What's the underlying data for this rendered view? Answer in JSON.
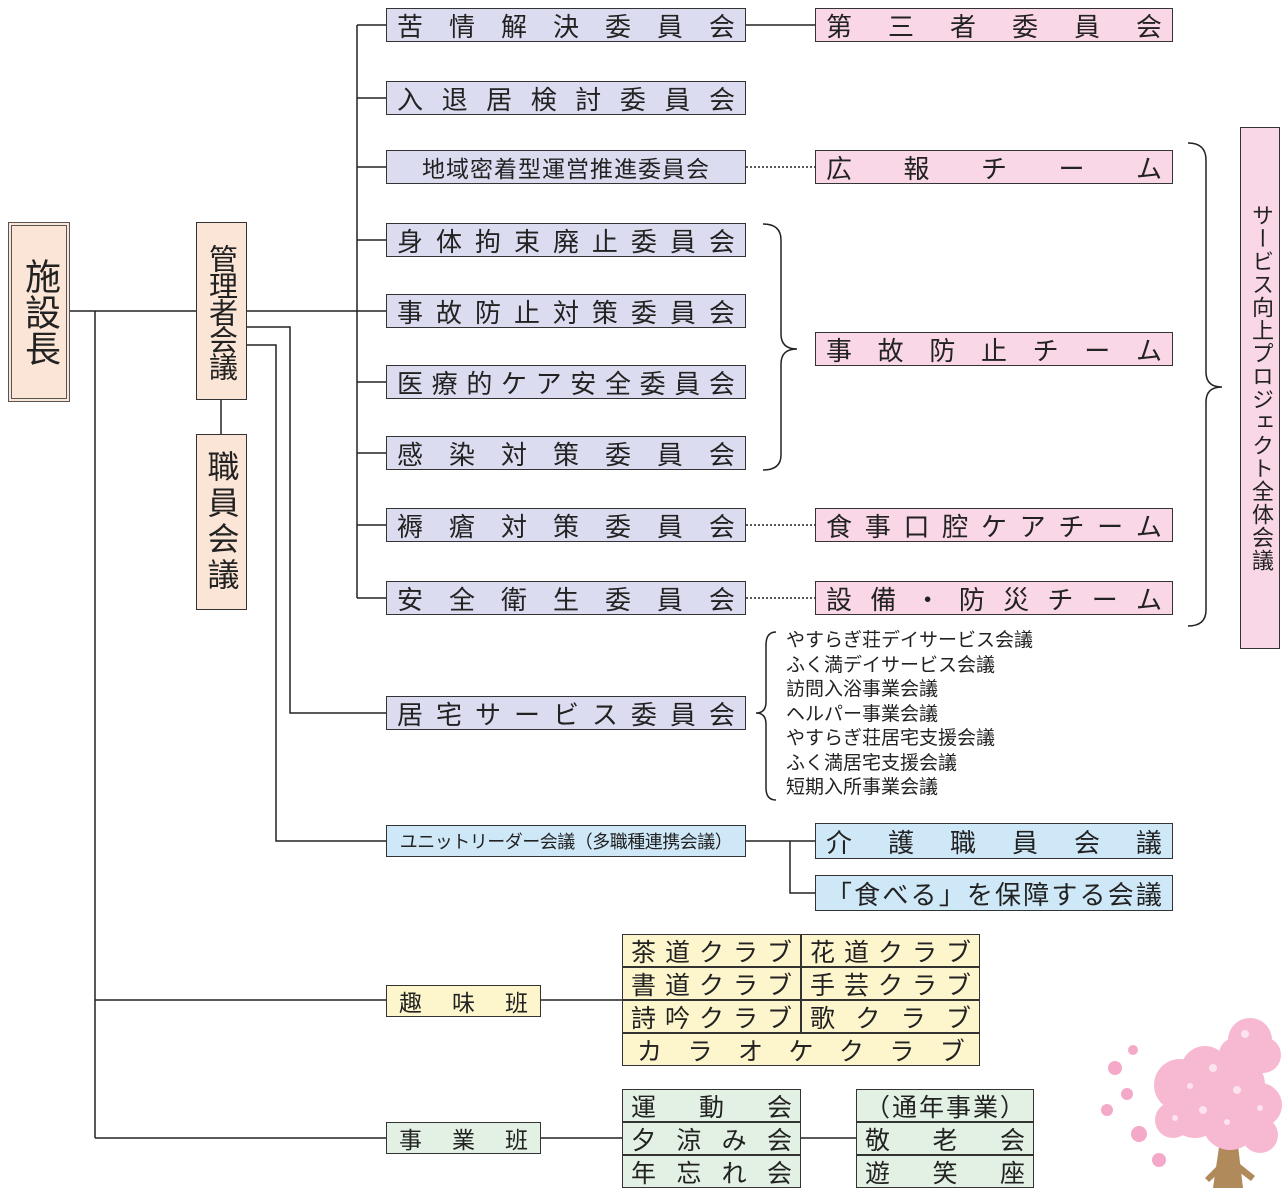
{
  "director": "施設長",
  "managers_meeting": "管理者会議",
  "staff_meeting": "職員会議",
  "committees": [
    "苦情解決委員会",
    "入退居検討委員会",
    "地域密着型運営推進委員会",
    "身体拘束廃止委員会",
    "事故防止対策委員会",
    "医療的ケア安全委員会",
    "感染対策委員会",
    "褥瘡対策委員会",
    "安全衛生委員会"
  ],
  "teams": {
    "third_party": "第三者委員会",
    "pr": "広報チーム",
    "accident": "事故防止チーム",
    "oral_care": "食事口腔ケアチーム",
    "facility": "設備・防災チーム"
  },
  "service_project": "サービス向上プロジェクト全体会議",
  "home_service": {
    "label": "居宅サービス委員会",
    "items": [
      "やすらぎ荘デイサービス会議",
      "ふく満デイサービス会議",
      "訪問入浴事業会議",
      "ヘルパー事業会議",
      "やすらぎ荘居宅支援会議",
      "ふく満居宅支援会議",
      "短期入所事業会議"
    ]
  },
  "unit": {
    "label": "ユニットリーダー会議（多職種連携会議）",
    "care_staff": "介護職員会議",
    "eating": "「食べる」を保障する会議"
  },
  "hobby": {
    "label": "趣味班",
    "clubs": [
      "茶道クラブ",
      "花道クラブ",
      "書道クラブ",
      "手芸クラブ",
      "詩吟クラブ",
      "歌クラブ",
      "カラオケクラブ"
    ]
  },
  "business": {
    "label": "事業班",
    "events": [
      "運動会",
      "夕涼み会",
      "年忘れ会"
    ],
    "yearly": [
      "（通年事業）",
      "敬老会",
      "遊笑座"
    ]
  },
  "colors": {
    "committee": "#dcdcf0",
    "team": "#f9d7e6",
    "management": "#fbe5d6",
    "unit": "#cfe8f7",
    "hobby": "#fdf5cc",
    "business": "#e2f1e3",
    "blossom": "#f7b8d2"
  }
}
